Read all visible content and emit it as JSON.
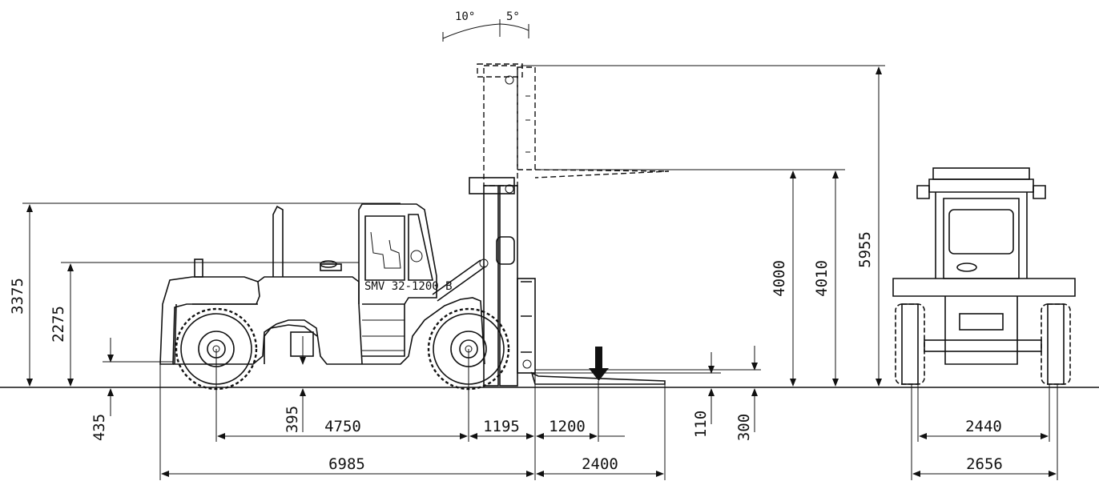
{
  "dimensions": {
    "tilt_back": "10°",
    "tilt_forward": "5°",
    "max_height": "5955",
    "overall_height": "3375",
    "seat_height": "2275",
    "lift_height_1": "4000",
    "lift_height_2": "4010",
    "ground_clearance_rear": "435",
    "ground_clearance_mid": "395",
    "wheelbase": "4750",
    "front_overhang": "1195",
    "load_center": "1200",
    "fork_thickness": "110",
    "fork_free_lift": "300",
    "overall_length": "6985",
    "fork_length": "2400",
    "track_width": "2440",
    "overall_width": "2656"
  },
  "machine_label": "SMV 32-1200 B"
}
